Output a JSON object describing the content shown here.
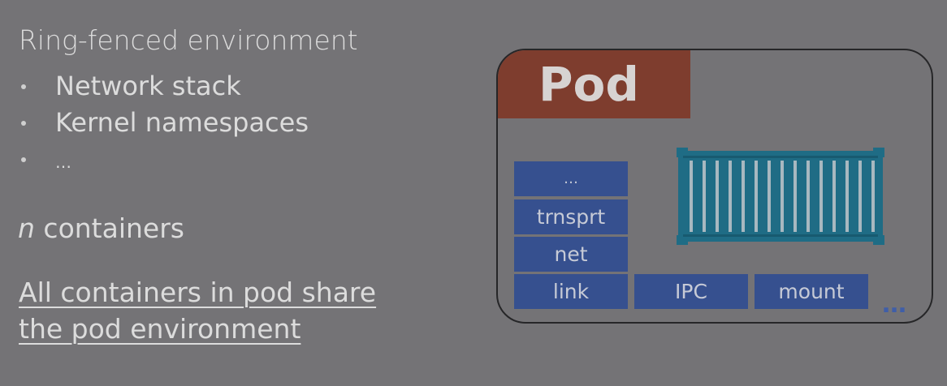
{
  "heading": "Ring-fenced environment",
  "bullets": [
    {
      "label": "Network stack"
    },
    {
      "label": "Kernel namespaces"
    },
    {
      "label": "…"
    }
  ],
  "containers_line": {
    "n": "n",
    "rest": "containers"
  },
  "share_line": {
    "line1": "All containers in pod share",
    "line2": "the pod environment"
  },
  "pod": {
    "label": "Pod",
    "stack_layers": {
      "top": "…",
      "transport": "trnsprt",
      "net": "net",
      "link": "link"
    },
    "namespaces": {
      "ipc": "IPC",
      "mount": "mount",
      "more": "…"
    },
    "colors": {
      "pod_label_bg": "#7e3d2e",
      "layer_bg": "#36508f",
      "container": "#1f6c85",
      "background": "#747376"
    },
    "container_icon": "shipping-container-icon"
  }
}
